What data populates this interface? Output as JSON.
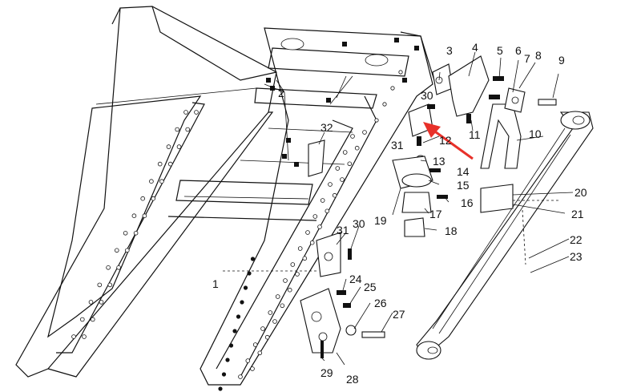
{
  "diagram": {
    "callouts": [
      "1",
      "2",
      "3",
      "4",
      "5",
      "6",
      "7",
      "8",
      "9",
      "10",
      "11",
      "12",
      "13",
      "14",
      "15",
      "16",
      "17",
      "18",
      "19",
      "20",
      "21",
      "22",
      "23",
      "24",
      "25",
      "26",
      "27",
      "28",
      "29",
      "30",
      "30",
      "31",
      "31",
      "32"
    ],
    "colors": {
      "line": "#111111",
      "background": "#ffffff",
      "arrow": "#e8312a"
    }
  }
}
